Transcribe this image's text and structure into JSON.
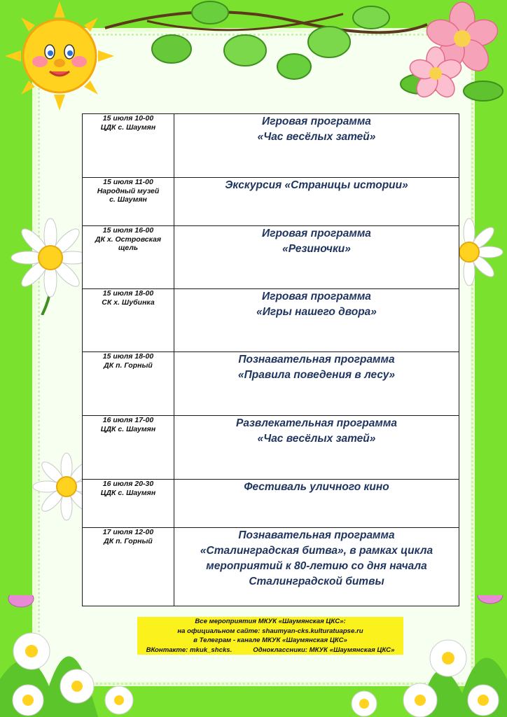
{
  "schedule": [
    {
      "when": [
        "15 июля 10-00",
        "ЦДК с. Шаумян"
      ],
      "what": [
        "Игровая программа",
        "«Час весёлых затей»"
      ]
    },
    {
      "when": [
        "15 июля 11-00",
        "Народный музей",
        "с. Шаумян"
      ],
      "what": [
        "Экскурсия «Страницы истории»"
      ]
    },
    {
      "when": [
        "15 июля 16-00",
        "ДК х. Островская",
        "щель"
      ],
      "what": [
        "Игровая программа",
        "«Резиночки»"
      ]
    },
    {
      "when": [
        "15 июля 18-00",
        "СК х. Шубинка"
      ],
      "what": [
        "Игровая программа",
        "«Игры нашего двора»"
      ]
    },
    {
      "when": [
        "15 июля 18-00",
        "ДК п. Горный"
      ],
      "what": [
        "Познавательная программа",
        "«Правила поведения в лесу»"
      ]
    },
    {
      "when": [
        "16 июля 17-00",
        "ЦДК с. Шаумян"
      ],
      "what": [
        "Развлекательная программа",
        "«Час весёлых затей»"
      ]
    },
    {
      "when": [
        "16 июля 20-30",
        "ЦДК с. Шаумян"
      ],
      "what": [
        "Фестиваль уличного кино"
      ]
    },
    {
      "when": [
        "17 июля 12-00",
        "ДК п. Горный"
      ],
      "what": [
        "Познавательная программа",
        "«Сталинградская битва», в рамках цикла",
        "мероприятий к 80-летию со дня начала",
        "Сталинградской битвы"
      ]
    }
  ],
  "footer": {
    "line1": "Все мероприятия МКУК «Шаумянская ЦКС»:",
    "line2": "на официальном сайте: shaumyan-cks.kulturatuapse.ru",
    "line3": "в Телеграм  - канале МКУК «Шаумянская ЦКС»",
    "line4a": "ВКонтакте: mkuk_shcks.",
    "line4b": "Одноклассники: МКУК «Шаумянская ЦКС»"
  },
  "colors": {
    "background_green": "#7be12f",
    "title_text": "#1f3560",
    "highlight": "#fbf21d"
  }
}
